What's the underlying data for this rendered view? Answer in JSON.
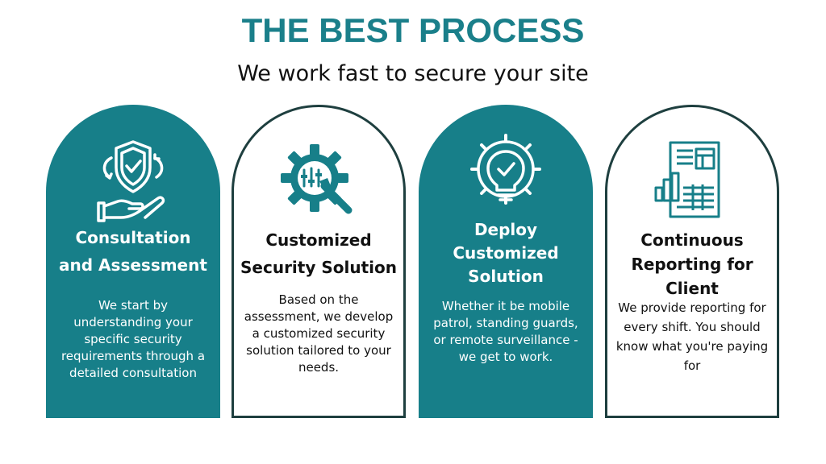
{
  "header": {
    "title": "THE BEST PROCESS",
    "subtitle": "We work fast to secure your site"
  },
  "colors": {
    "accent": "#177f89",
    "outline": "#1e3f3f",
    "title": "#1a7f8a"
  },
  "cards": [
    {
      "icon": "shield-check-hand-icon",
      "heading_lines": [
        "Consultation",
        "and Assessment"
      ],
      "body": "We start by understanding your specific security requirements through a detailed consultation"
    },
    {
      "icon": "gear-wrench-icon",
      "heading_lines": [
        "Customized",
        "Security Solution"
      ],
      "body": "Based on the assessment, we develop a customized security solution tailored to your needs."
    },
    {
      "icon": "lightbulb-gear-icon",
      "heading_lines": [
        "Deploy",
        "Customized",
        "Solution"
      ],
      "body": "Whether it be mobile patrol, standing guards, or remote surveillance - we get to work."
    },
    {
      "icon": "report-document-icon",
      "heading_lines": [
        "Continuous",
        "Reporting for",
        "Client"
      ],
      "body": "We provide reporting for every shift. You should know what you're paying for"
    }
  ]
}
